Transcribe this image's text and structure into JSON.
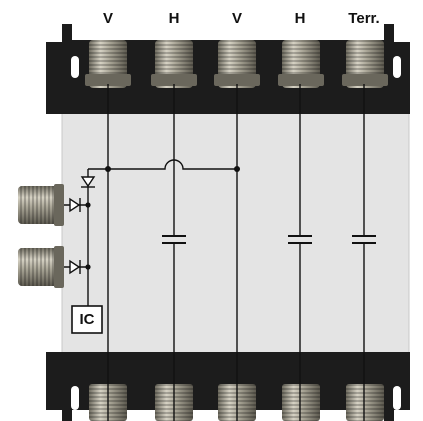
{
  "ports": [
    {
      "label": "V"
    },
    {
      "label": "H"
    },
    {
      "label": "V"
    },
    {
      "label": "H"
    },
    {
      "label": "Terr."
    }
  ],
  "ic": {
    "label": "IC"
  },
  "colors": {
    "body": "#e4e4e4",
    "housing": "#1c1c1c",
    "line": "#111111",
    "connector": "#9a9686"
  },
  "icons": {
    "connector": "f-connector-icon",
    "diode": "diode-icon",
    "capacitor": "capacitor-icon"
  }
}
